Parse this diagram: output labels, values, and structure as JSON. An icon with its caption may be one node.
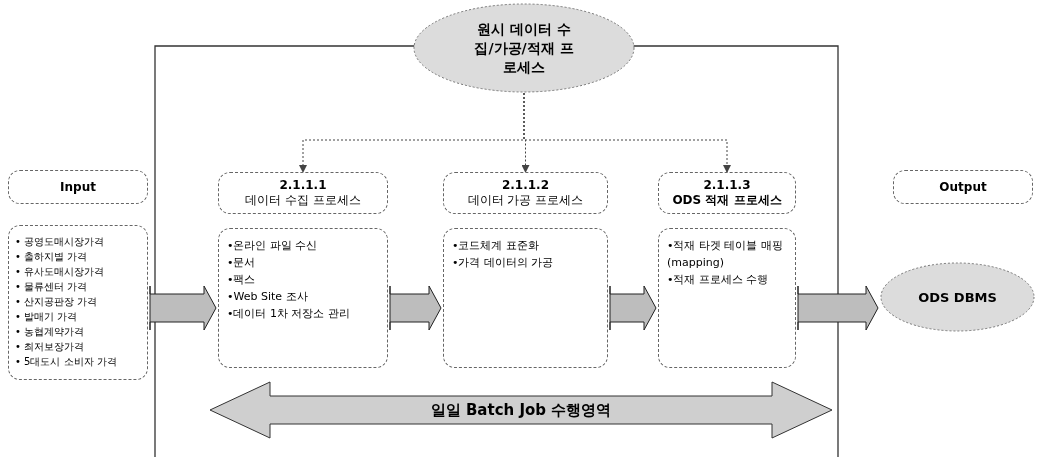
{
  "diagram": {
    "nodes": [
      {
        "text": [
          "원시 데이터 수집/가공/적재 프로세스"
        ]
      },
      {
        "text": [
          "Input"
        ]
      },
      {
        "text": [
          "• 공영도매시장가격",
          "• 출하지별 가격",
          "• 유사도매시장가격",
          "• 물류센터 가격",
          "• 산지공판장 가격",
          "• 발매기 가격",
          "• 농협계약가격",
          "• 최저보장가격",
          "• 5대도시 소비자 가격"
        ]
      },
      {
        "text": [
          "2.1.1.1",
          "데이터 수집 프로세스"
        ]
      },
      {
        "text": [
          "•온라인 파일 수신",
          "•문서",
          "•팩스",
          "•Web Site 조사",
          "•데이터 1차 저장소 관리"
        ]
      },
      {
        "text": [
          "2.1.1.2",
          "데이터 가공 프로세스"
        ]
      },
      {
        "text": [
          "•코드체계 표준화",
          "•가격 데이터의 가공"
        ]
      },
      {
        "text": [
          "2.1.1.3",
          "ODS 적재 프로세스"
        ]
      },
      {
        "text": [
          "•적재 타겟 테이블 매핑(mapping)",
          "•적재 프로세스 수행"
        ]
      },
      {
        "text": [
          "Output"
        ]
      },
      {
        "text": [
          "ODS DBMS"
        ]
      },
      {
        "text": [
          "일일 Batch Job 수행영역"
        ]
      }
    ],
    "edges": [
      {
        "from": 0,
        "to": 3,
        "arrow": "to",
        "style": "dashed"
      },
      {
        "from": 0,
        "to": 5,
        "arrow": "to",
        "style": "dashed"
      },
      {
        "from": 0,
        "to": 7,
        "arrow": "to",
        "style": "dashed"
      },
      {
        "from": 2,
        "to": 4,
        "arrow": "to"
      },
      {
        "from": 4,
        "to": 6,
        "arrow": "to"
      },
      {
        "from": 6,
        "to": 8,
        "arrow": "to"
      },
      {
        "from": 8,
        "to": 10,
        "arrow": "to"
      }
    ]
  }
}
